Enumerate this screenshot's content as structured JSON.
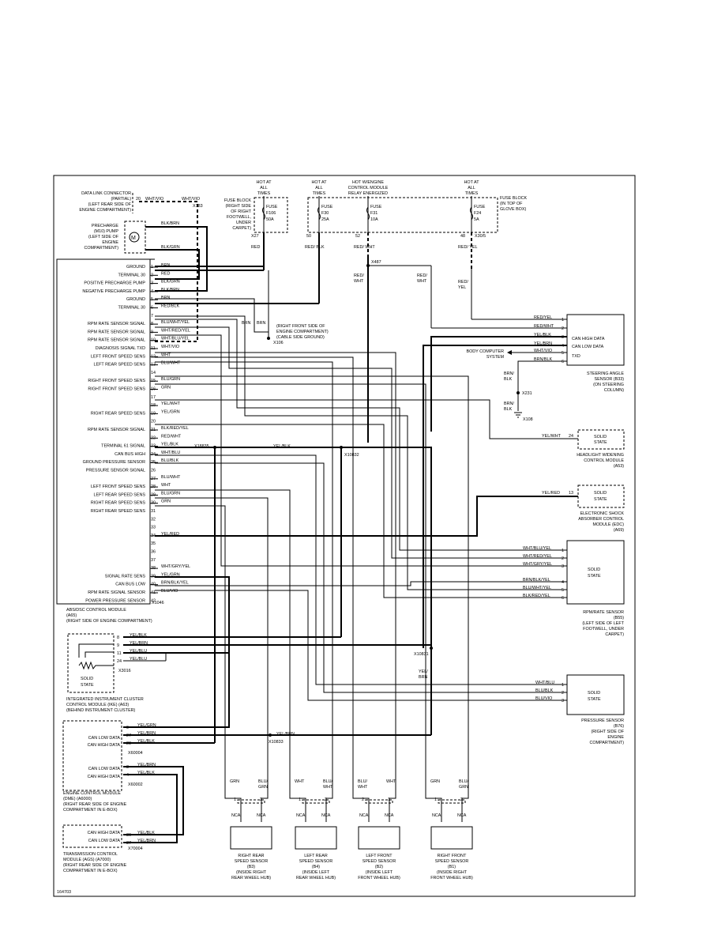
{
  "figure_id": "164703",
  "hot_labels": {
    "left": [
      "HOT AT",
      "ALL",
      "TIMES"
    ],
    "mid_a": [
      "HOT AT",
      "ALL",
      "TIMES"
    ],
    "mid_b": [
      "HOT W/ENGINE",
      "CONTROL MODULE",
      "RELAY ENERGIZED"
    ],
    "right": [
      "HOT AT",
      "ALL",
      "TIMES"
    ]
  },
  "fuse_block_left": [
    "FUSE BLOCK",
    "(RIGHT SIDE",
    "OF RIGHT",
    "FOOTWELL,",
    "UNDER",
    "CARPET)"
  ],
  "fuse_block_right": [
    "FUSE BLOCK",
    "(IN TOP OF",
    "GLOVE BOX)"
  ],
  "fuses": [
    {
      "lines": [
        "FUSE",
        "F106",
        "50A"
      ],
      "pin": "X27",
      "wire": "RED"
    },
    {
      "lines": [
        "FUSE",
        "F30",
        "25A"
      ],
      "pin": "50",
      "wire": "RED/ BLK"
    },
    {
      "lines": [
        "FUSE",
        "F31",
        "10A"
      ],
      "pin": "52",
      "wire": "RED/ WHT"
    },
    {
      "lines": [
        "FUSE",
        "F24",
        "5A"
      ],
      "pin": "48",
      "wire": "RED/ YEL"
    }
  ],
  "x_conn_fuse_right": "X30/5",
  "dlc": {
    "lines": [
      "DATA LINK CONNECTOR",
      "(PARTIAL)",
      "(LEFT REAR SIDE OF",
      "ENGINE COMPARTMENT)"
    ],
    "pin": "20",
    "wire": "WHT/VIO",
    "conn": "X183"
  },
  "precharge": {
    "lines": [
      "PRECHARGE",
      "(M10) PUMP",
      "(LEFT SIDE OF",
      "ENGINE",
      "COMPARTMENT)"
    ],
    "wire_a": "BLK/BRN",
    "wire_b": "BLK/GRN"
  },
  "ground_label": [
    "(RIGHT FRONT SIDE OF",
    "ENGINE COMPARTMENT)",
    "(CABLE SIDE GROUND)"
  ],
  "ground_conn": "X106",
  "ground_wires": [
    "BRN",
    "BRN"
  ],
  "x487": "X487",
  "abs_pins": [
    {
      "pin": "1",
      "label": "GROUND",
      "wire": "BRN"
    },
    {
      "pin": "2",
      "label": "TERMINAL 30",
      "wire": "RED"
    },
    {
      "pin": "3",
      "label": "POSITIVE PRECHARGE PUMP",
      "wire": "BLK/GRN"
    },
    {
      "pin": "4",
      "label": "NEGATIVE PRECHARGE PUMP",
      "wire": "BLK/BRN"
    },
    {
      "pin": "5",
      "label": "GROUND",
      "wire": "BRN"
    },
    {
      "pin": "6",
      "label": "TERMINAL 30",
      "wire": "RED/BLK"
    },
    {
      "pin": "7",
      "label": "",
      "wire": ""
    },
    {
      "pin": "8",
      "label": "RPM RATE SENSOR SIGNAL",
      "wire": "BLU/WHT/YEL"
    },
    {
      "pin": "9",
      "label": "RPM RATE SENSOR SIGNAL",
      "wire": "WHT/RED/YEL"
    },
    {
      "pin": "10",
      "label": "RPM RATE SENSOR SIGNAL",
      "wire": "WHT/BLU/YEL"
    },
    {
      "pin": "11",
      "label": "DIAGNOSIS SIGNAL TXD",
      "wire": "WHT/VIO"
    },
    {
      "pin": "12",
      "label": "LEFT FRONT SPEED SENS",
      "wire": "WHT"
    },
    {
      "pin": "13",
      "label": "LEFT REAR SPEED SENS",
      "wire": "BLU/WHT"
    },
    {
      "pin": "14",
      "label": "",
      "wire": ""
    },
    {
      "pin": "15",
      "label": "RIGHT FRONT SPEED SENS",
      "wire": "BLU/GRN"
    },
    {
      "pin": "16",
      "label": "RIGHT FRONT SPEED SENS",
      "wire": "GRN"
    },
    {
      "pin": "17",
      "label": "",
      "wire": ""
    },
    {
      "pin": "18",
      "label": "",
      "wire": "YEL/WHT"
    },
    {
      "pin": "19",
      "label": "RIGHT REAR SPEED SENS",
      "wire": "YEL/GRN"
    },
    {
      "pin": "20",
      "label": "",
      "wire": ""
    },
    {
      "pin": "21",
      "label": "RPM RATE SENSOR SIGNAL",
      "wire": "BLK/RED/YEL"
    },
    {
      "pin": "22",
      "label": "",
      "wire": "RED/WHT"
    },
    {
      "pin": "23",
      "label": "TERMINAL 61 SIGNAL",
      "wire": "YEL/BLK"
    },
    {
      "pin": "24",
      "label": "CAN BUS HIGH",
      "wire": "WHT/BLU"
    },
    {
      "pin": "25",
      "label": "GROUND PRESSURE SENSOR",
      "wire": "BLU/BLK"
    },
    {
      "pin": "26",
      "label": "PRESSURE SENSOR SIGNAL",
      "wire": ""
    },
    {
      "pin": "27",
      "label": "",
      "wire": "BLU/WHT"
    },
    {
      "pin": "28",
      "label": "LEFT FRONT SPEED SENS",
      "wire": "WHT"
    },
    {
      "pin": "29",
      "label": "LEFT REAR SPEED SENS",
      "wire": "BLU/GRN"
    },
    {
      "pin": "30",
      "label": "RIGHT REAR SPEED SENS",
      "wire": "GRN"
    },
    {
      "pin": "31",
      "label": "RIGHT REAR SPEED SENS",
      "wire": ""
    },
    {
      "pin": "32",
      "label": "",
      "wire": ""
    },
    {
      "pin": "33",
      "label": "",
      "wire": ""
    },
    {
      "pin": "34",
      "label": "",
      "wire": "YEL/RED"
    },
    {
      "pin": "35",
      "label": "",
      "wire": ""
    },
    {
      "pin": "36",
      "label": "",
      "wire": ""
    },
    {
      "pin": "37",
      "label": "",
      "wire": ""
    },
    {
      "pin": "38",
      "label": "",
      "wire": "WHT/GRY/YEL"
    },
    {
      "pin": "39",
      "label": "SIGNAL RATE SENS",
      "wire": "YEL/GRN"
    },
    {
      "pin": "40",
      "label": "CAN BUS LOW",
      "wire": "BRN/BLK/YEL"
    },
    {
      "pin": "41",
      "label": "RPM RATE SIGNAL SENSOR",
      "wire": "BLU/VIO"
    },
    {
      "pin": "42",
      "label": "POWER PRESSURE SENSOR",
      "wire": ""
    }
  ],
  "abs_conn": "X1046",
  "abs_module": [
    "ABS/DSC CONTROL MODULE",
    "(A65)",
    "(RIGHT SIDE OF ENGINE COMPARTMENT)"
  ],
  "splices": {
    "x18835": "X18835",
    "x10832": "X10832",
    "x10831": "X10831",
    "x10833": "X10833"
  },
  "splice_wire": "YEL/BLK",
  "x10831_wire": [
    "YEL/",
    "BRN"
  ],
  "x10833_wire": "YEL/BRN",
  "steering": {
    "wires": [
      "RED/YEL",
      "RED/WHT",
      "YEL/BLK",
      "YEL/BRN",
      "WHT/VIO",
      "BRN/BLK"
    ],
    "pins": [
      "1",
      "2",
      "3",
      "4",
      "5",
      "6"
    ],
    "inner": [
      "CAN HIGH DATA",
      "CAN LOW DATA",
      "TXD"
    ],
    "name": [
      "STEERING ANGLE",
      "SENSOR (B33)",
      "(ON STEERING",
      "COLUMN)"
    ]
  },
  "body_computer": [
    "BODY COMPUTER",
    "SYSTEM"
  ],
  "x231": "X231",
  "x108": "X108",
  "brn_blk_wire": [
    "BRN/",
    "BLK"
  ],
  "headlight": {
    "wire": "YEL/WHT",
    "pin": "24",
    "state": [
      "SOLID",
      "STATE"
    ],
    "name": [
      "HEADLIGHT WIDENING",
      "CONTROL MODULE",
      "(A53)"
    ]
  },
  "edc": {
    "wire": "YEL/RED",
    "pin": "13",
    "state": [
      "SOLID",
      "STATE"
    ],
    "name": [
      "ELECTRONIC SHOCK",
      "ABSORBER CONTROL",
      "MODULE (EDC)",
      "(A69)"
    ]
  },
  "rpm_sensor": {
    "wires": [
      "WHT/BLU/YEL",
      "WHT/RED/YEL",
      "WHT/GRY/YEL",
      "BRN/BLK/YEL",
      "BLU/WHT/YEL",
      "BLK/RED/YEL"
    ],
    "pins": [
      "1",
      "2",
      "3",
      "4",
      "5",
      "6"
    ],
    "state": [
      "SOLID",
      "STATE"
    ],
    "name": [
      "RPM/RATE SENSOR",
      "(B55)",
      "(LEFT SIDE OF LEFT",
      "FOOTWELL, UNDER",
      "CARPET)"
    ]
  },
  "pressure_sensor": {
    "wires": [
      "WHT/BLU",
      "BLU/BLK",
      "BLU/VIO"
    ],
    "pins": [
      "1",
      "2",
      "3"
    ],
    "state": [
      "SOLID",
      "STATE"
    ],
    "name": [
      "PRESSURE SENSOR",
      "(B76)",
      "(RIGHT SIDE OF",
      "ENGINE",
      "COMPARTMENT)"
    ]
  },
  "ikc": {
    "pins": [
      "8",
      "9",
      "11",
      "24"
    ],
    "wires": [
      "YEL/BLK",
      "YEL/BRN",
      "YEL/BLU",
      "YEL/BLU"
    ],
    "conn": "X3016",
    "state": [
      "SOLID",
      "STATE"
    ],
    "name": [
      "INTEGRATED INSTRUMENT CLUSTER",
      "CONTROL MODULE (IKE) (A63)",
      "(BEHIND INSTRUMENT CLUSTER)"
    ]
  },
  "dme": {
    "pins_a": [
      "9",
      "27",
      "28"
    ],
    "wires_a": [
      "YEL/GRN",
      "YEL/BRN",
      "YEL/BLK"
    ],
    "inner_a": [
      "CAN LOW DATA",
      "CAN HIGH DATA"
    ],
    "conn_a": "X60004",
    "pins_b": [
      "3",
      "4"
    ],
    "wires_b": [
      "YEL/BRN",
      "YEL/BLK"
    ],
    "inner_b": [
      "CAN LOW DATA",
      "CAN HIGH DATA"
    ],
    "conn_b": "X60002",
    "name": [
      "ENGINE CONTROL MODULE",
      "(DME) (A6000)",
      "(RIGHT REAR SIDE OF ENGINE",
      "COMPARTMENT IN E-BOX)"
    ]
  },
  "tcm": {
    "pins": [
      "36",
      "37"
    ],
    "wires": [
      "YEL/BLK",
      "YEL/BRN"
    ],
    "inner": [
      "CAN HIGH DATA",
      "CAN LOW DATA"
    ],
    "conn": "X70004",
    "name": [
      "TRANSMISSION CONTROL",
      "MODULE (AGS) (A7000)",
      "(RIGHT REAR SIDE OF ENGINE",
      "COMPARTMENT IN E-BOX)"
    ]
  },
  "wheel_sensors": [
    {
      "wire_a": "GRN",
      "wire_b": [
        "BLU/",
        "GRN"
      ],
      "pins": [
        "1",
        "2"
      ],
      "nca": [
        "NCA",
        "NCA"
      ],
      "name": [
        "RIGHT REAR",
        "SPEED SENSOR",
        "(B3)",
        "(INSIDE RIGHT",
        "REAR WHEEL HUB)"
      ]
    },
    {
      "wire_a": "WHT",
      "wire_b": [
        "BLU/",
        "WHT"
      ],
      "pins": [
        "1",
        "2"
      ],
      "nca": [
        "NCA",
        "NCA"
      ],
      "name": [
        "LEFT REAR",
        "SPEED SENSOR",
        "(B4)",
        "(INSIDE LEFT",
        "REAR WHEEL HUB)"
      ]
    },
    {
      "wire_a": [
        "BLU/",
        "WHT"
      ],
      "wire_b": "WHT",
      "pins": [
        "2",
        "1"
      ],
      "nca": [
        "NCA",
        "NCA"
      ],
      "name": [
        "LEFT FRONT",
        "SPEED SENSOR",
        "(B2)",
        "(INSIDE LEFT",
        "FRONT WHEEL HUB)"
      ]
    },
    {
      "wire_a": "GRN",
      "wire_b": [
        "BLU/",
        "GRN"
      ],
      "pins": [
        "1",
        "2"
      ],
      "nca": [
        "NCA",
        "NCA"
      ],
      "name": [
        "RIGHT FRONT",
        "SPEED SENSOR",
        "(B1)",
        "(INSIDE RIGHT",
        "FRONT WHEEL HUB)"
      ]
    }
  ]
}
